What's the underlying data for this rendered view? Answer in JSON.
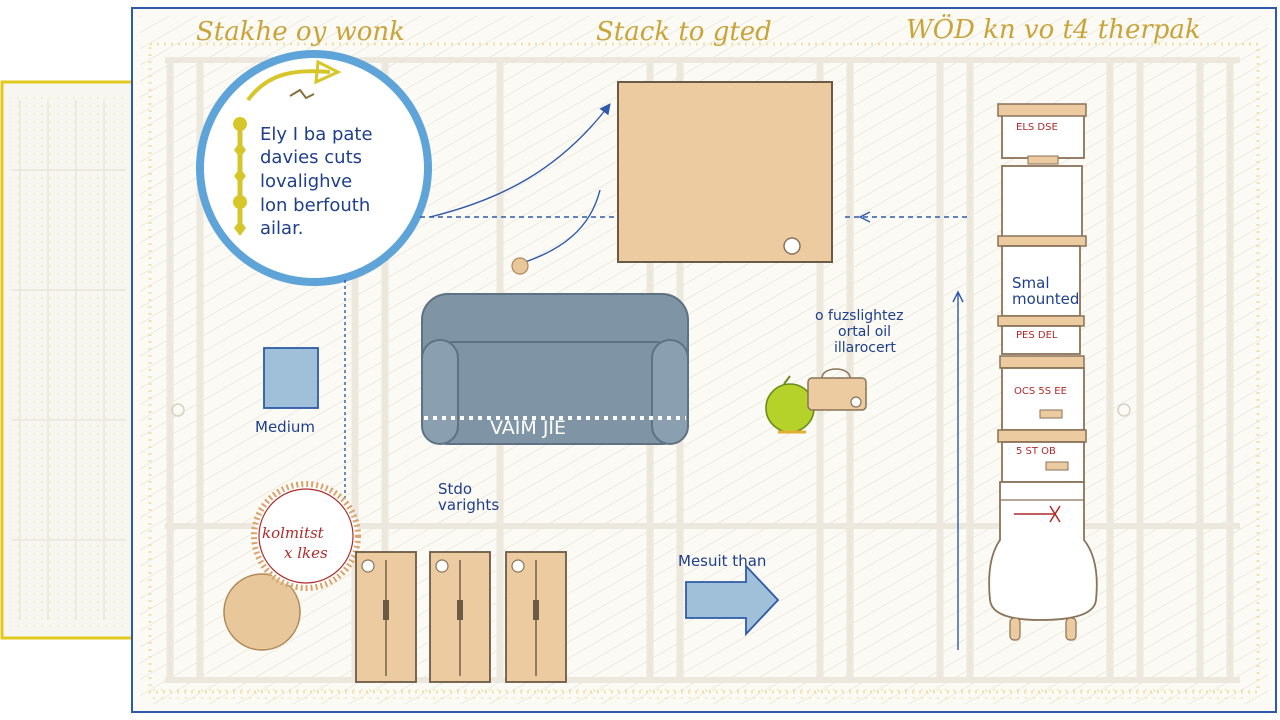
{
  "headers": {
    "left": "Stakhe oy wonk",
    "center": "Stack to gted",
    "right": "WÖD kn vo t4 therpak"
  },
  "callout": {
    "lines": [
      "Ely I ba pate",
      "davies cuts",
      "lovalighve",
      "lon berfouth",
      "ailar."
    ]
  },
  "labels": {
    "medium": "Medium",
    "sofa": "VAIM JIE",
    "stud": "Stdo",
    "stud2": "varights",
    "measure": "Mesuit than",
    "lightez1": "o fuzslightez",
    "lightez2": "ortal oil",
    "lightez3": "illarocert",
    "round1": "kolmitst",
    "round2": "x lkes",
    "small1": "Smal",
    "small2": "mounted"
  },
  "tower": {
    "box_labels": [
      "ELS DSE",
      "",
      "",
      "PES DEL",
      "OCS 5S EE",
      "5 ST OB"
    ]
  },
  "colors": {
    "frame": "#2f5aa8",
    "accent_yellow": "#d7c62a",
    "header_text": "#c9a43a",
    "label_blue": "#1f3f8a",
    "label_red": "#b02a2a",
    "sofa": "#7f95a6",
    "cabinet": "#eccba1",
    "callout_ring": "#5ea4d8"
  }
}
